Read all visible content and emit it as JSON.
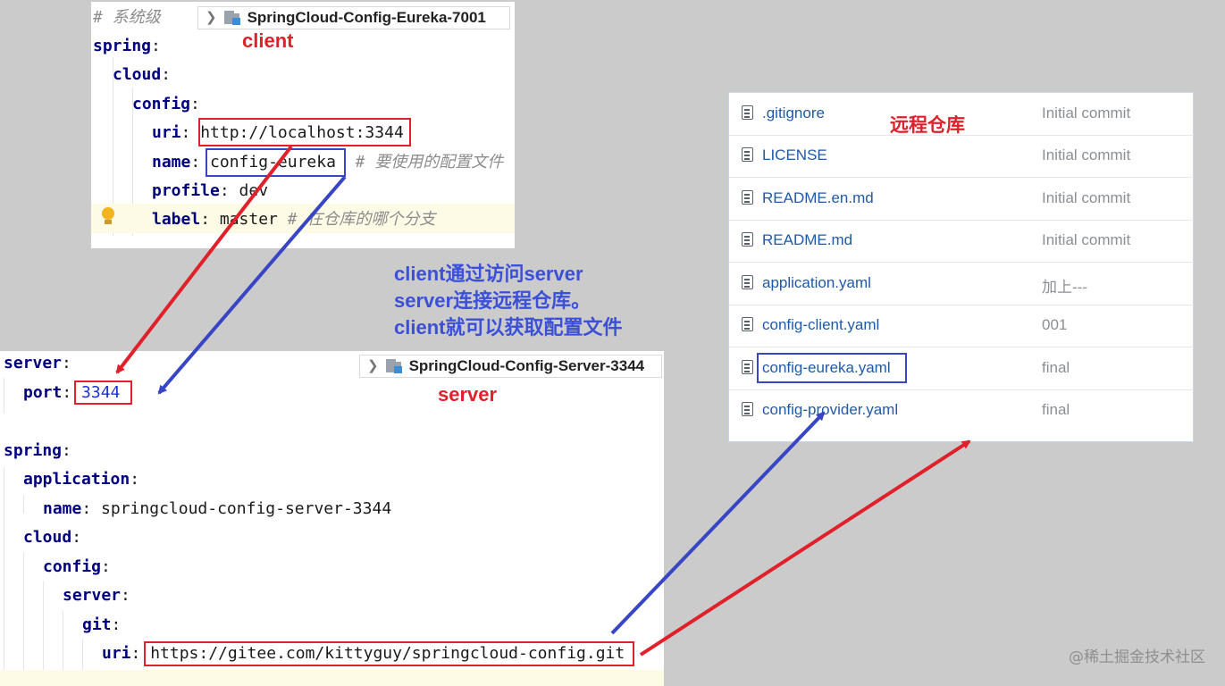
{
  "client_panel": {
    "breadcrumb": "SpringCloud-Config-Eureka-7001",
    "tag": "client",
    "lines": {
      "comment_top": "# 系统级",
      "spring_key": "spring",
      "cloud_key": "cloud",
      "config_key": "config",
      "uri_key": "uri",
      "uri_value": "http://localhost:3344",
      "name_key": "name",
      "name_value": "config-eureka",
      "name_comment": "# 要使用的配置文件",
      "profile_key": "profile",
      "profile_value": "dev",
      "label_key": "label",
      "label_value": "master",
      "label_comment": "# 在仓库的哪个分支"
    }
  },
  "note": {
    "line1": "client通过访问server",
    "line2": "server连接远程仓库。",
    "line3": "client就可以获取配置文件"
  },
  "server_panel": {
    "breadcrumb": "SpringCloud-Config-Server-3344",
    "tag": "server",
    "lines": {
      "server_key": "server",
      "port_key": "port",
      "port_value": "3344",
      "spring_key": "spring",
      "application_key": "application",
      "name_key": "name",
      "name_value": "springcloud-config-server-3344",
      "cloud_key": "cloud",
      "config_key": "config",
      "server_sub_key": "server",
      "git_key": "git",
      "uri_key": "uri",
      "uri_value": "https://gitee.com/kittyguy/springcloud-config.git"
    }
  },
  "repo_panel": {
    "tag": "远程仓库",
    "files": [
      {
        "name": ".gitignore",
        "message": "Initial commit"
      },
      {
        "name": "LICENSE",
        "message": "Initial commit"
      },
      {
        "name": "README.en.md",
        "message": "Initial commit"
      },
      {
        "name": "README.md",
        "message": "Initial commit"
      },
      {
        "name": "application.yaml",
        "message": "加上---"
      },
      {
        "name": "config-client.yaml",
        "message": "001"
      },
      {
        "name": "config-eureka.yaml",
        "message": "final"
      },
      {
        "name": "config-provider.yaml",
        "message": "final"
      }
    ]
  },
  "watermark": "@稀土掘金技术社区",
  "colors": {
    "background": "#cbcbcb",
    "red_highlight": "#e0202a",
    "blue_highlight": "#3845c4",
    "note_text": "#3b4fd8",
    "yaml_key": "#000080",
    "file_link": "#1f5aa6"
  },
  "icons": [
    "chevron-right-icon",
    "module-folder-icon",
    "lightbulb-icon",
    "file-icon"
  ]
}
